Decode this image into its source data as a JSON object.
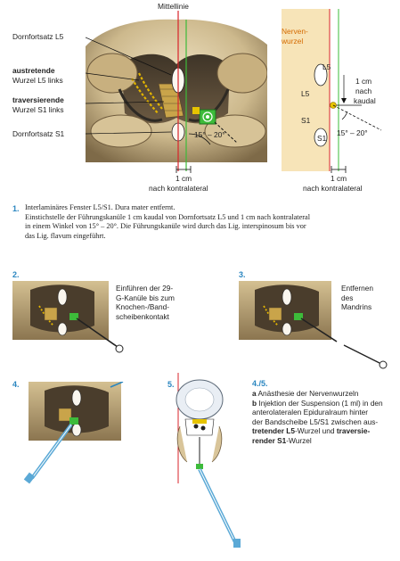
{
  "fig1": {
    "mittellinie": "Mittellinie",
    "dornfortsatz_l5": "Dornfortsatz L5",
    "austretende_line1": "austretende",
    "austretende_line2": "Wurzel L5 links",
    "traversierende_line1": "traversierende",
    "traversierende_line2": "Wurzel S1 links",
    "dornfortsatz_s1": "Dornfortsatz S1",
    "angle": "15° – 20°",
    "dist_1cm": "1 cm",
    "nach_kontralateral": "nach kontralateral"
  },
  "fig1b": {
    "nervenwurzel_line1": "Nerven-",
    "nervenwurzel_line2": "wurzel",
    "l5": "L5",
    "l5_body": "L5",
    "s1": "S1",
    "s1_body": "S1",
    "dist_1cm": "1 cm",
    "nach": "nach",
    "kaudal": "kaudal",
    "angle": "15° – 20°",
    "dist_1cm_bottom": "1 cm",
    "nach_kontralateral": "nach kontralateral"
  },
  "step1": {
    "number": "1.",
    "line1": "Interlaminäres Fenster L5/S1. Dura mater entfernt.",
    "line2": "Einstichstelle der Führungskanüle 1 cm kaudal von Dornfortsatz L5 und 1 cm nach kontralateral",
    "line3": "in einem Winkel von 15° – 20°. Die Führungskanüle wird durch das Lig. interspinosum bis vor",
    "line4": "das Lig. flavum eingeführt."
  },
  "step2": {
    "number": "2.",
    "line1": "Einführen der 29-",
    "line2": "G-Kanüle bis zum",
    "line3": "Knochen-/Band-",
    "line4": "scheibenkontakt"
  },
  "step3": {
    "number": "3.",
    "line1": "Entfernen",
    "line2": "des",
    "line3": "Mandrins"
  },
  "step4": {
    "number": "4."
  },
  "step5": {
    "number": "5."
  },
  "step45": {
    "number": "4./5.",
    "a_label": "a",
    "a_text": " Anästhesie der Nervenwurzeln",
    "b_label": "b",
    "b_text": " Injektion der Suspension (1 ml) in den",
    "line3": "anterolateralen Epiduralraum hinter",
    "line4": "der Bandscheibe L5/S1 zwischen aus-",
    "line5_bold": "tretender L5",
    "line5_rest": "-Wurzel und ",
    "line5_bold2": "traversie-",
    "line6_bold": "render S1",
    "line6_rest": "-Wurzel"
  },
  "colors": {
    "accent_blue": "#2a86c0",
    "needle_green": "#3dbb3a",
    "midline_red": "#d8232a",
    "bone": "#d9c59a",
    "nerve_panel": "#f7e4b8",
    "syringe_blue": "#5ba9d6"
  }
}
